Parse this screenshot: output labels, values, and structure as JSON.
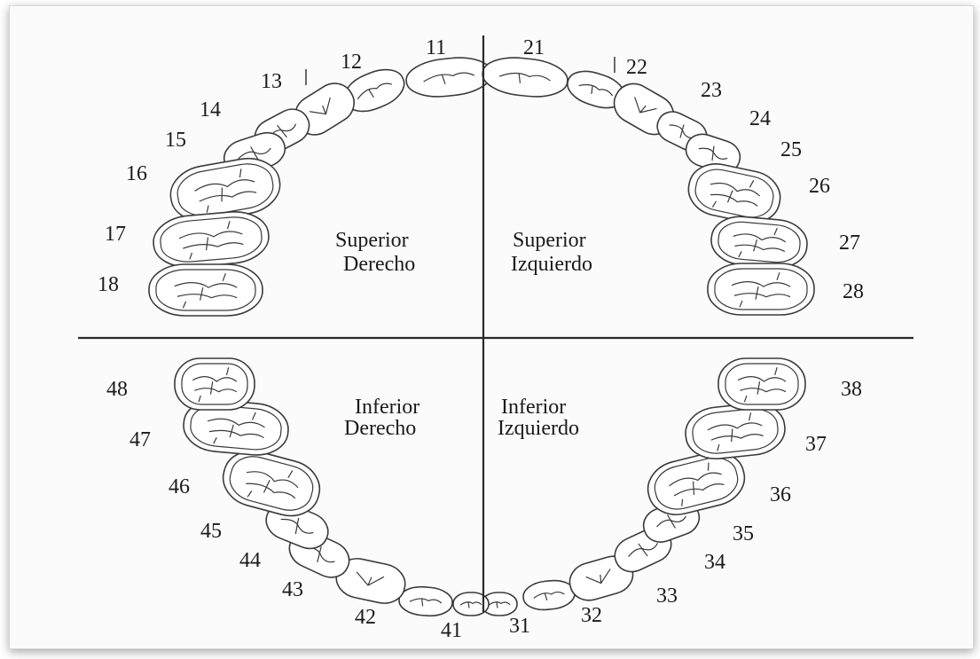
{
  "diagram": {
    "quadrants": {
      "upper_right": [
        "Superior",
        "Derecho"
      ],
      "upper_left": [
        "Superior",
        "Izquierdo"
      ],
      "lower_right": [
        "Inferior",
        "Derecho"
      ],
      "lower_left": [
        "Inferior",
        "Izquierdo"
      ]
    },
    "teeth": [
      {
        "id": "11",
        "label": "11",
        "type": "incisor"
      },
      {
        "id": "12",
        "label": "12",
        "type": "incisor"
      },
      {
        "id": "13",
        "label": "13",
        "type": "canine"
      },
      {
        "id": "14",
        "label": "14",
        "type": "premolar"
      },
      {
        "id": "15",
        "label": "15",
        "type": "premolar"
      },
      {
        "id": "16",
        "label": "16",
        "type": "molar"
      },
      {
        "id": "17",
        "label": "17",
        "type": "molar"
      },
      {
        "id": "18",
        "label": "18",
        "type": "molar"
      },
      {
        "id": "21",
        "label": "21",
        "type": "incisor"
      },
      {
        "id": "22",
        "label": "22",
        "type": "incisor"
      },
      {
        "id": "23",
        "label": "23",
        "type": "canine"
      },
      {
        "id": "24",
        "label": "24",
        "type": "premolar"
      },
      {
        "id": "25",
        "label": "25",
        "type": "premolar"
      },
      {
        "id": "26",
        "label": "26",
        "type": "molar"
      },
      {
        "id": "27",
        "label": "27",
        "type": "molar"
      },
      {
        "id": "28",
        "label": "28",
        "type": "molar"
      },
      {
        "id": "31",
        "label": "31",
        "type": "incisor"
      },
      {
        "id": "32",
        "label": "32",
        "type": "incisor"
      },
      {
        "id": "33",
        "label": "33",
        "type": "canine"
      },
      {
        "id": "34",
        "label": "34",
        "type": "premolar"
      },
      {
        "id": "35",
        "label": "35",
        "type": "premolar"
      },
      {
        "id": "36",
        "label": "36",
        "type": "molar"
      },
      {
        "id": "37",
        "label": "37",
        "type": "molar"
      },
      {
        "id": "38",
        "label": "38",
        "type": "molar"
      },
      {
        "id": "41",
        "label": "41",
        "type": "incisor"
      },
      {
        "id": "42",
        "label": "42",
        "type": "incisor"
      },
      {
        "id": "43",
        "label": "43",
        "type": "canine"
      },
      {
        "id": "44",
        "label": "44",
        "type": "premolar"
      },
      {
        "id": "45",
        "label": "45",
        "type": "premolar"
      },
      {
        "id": "46",
        "label": "46",
        "type": "molar"
      },
      {
        "id": "47",
        "label": "47",
        "type": "molar"
      },
      {
        "id": "48",
        "label": "48",
        "type": "molar"
      }
    ]
  }
}
